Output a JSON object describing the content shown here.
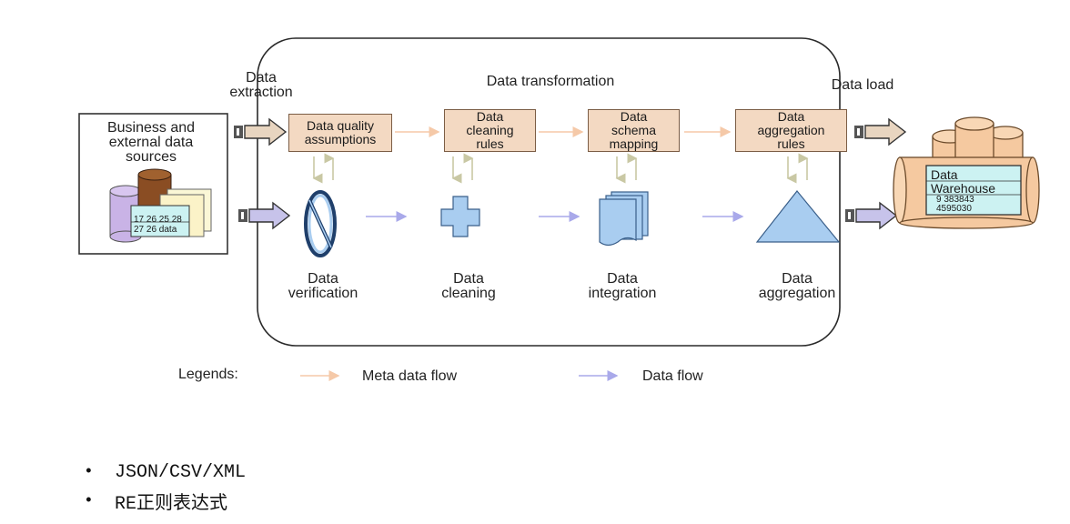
{
  "stages": {
    "extraction": "Data\nextraction",
    "transformation": "Data transformation",
    "load": "Data load"
  },
  "source": {
    "title": "Business and\nexternal data\nsources",
    "sheet_text": "17 26 25 28\n27 26 data"
  },
  "meta_boxes": [
    {
      "label": "Data quality\nassumptions"
    },
    {
      "label": "Data\ncleaning\nrules"
    },
    {
      "label": "Data\nschema\nmapping"
    },
    {
      "label": "Data\naggregation\nrules"
    }
  ],
  "steps": [
    {
      "label": "Data\nverification",
      "icon": "no-symbol-icon"
    },
    {
      "label": "Data\ncleaning",
      "icon": "plus-cross-icon"
    },
    {
      "label": "Data\nintegration",
      "icon": "document-stack-icon"
    },
    {
      "label": "Data\naggregation",
      "icon": "triangle-icon"
    }
  ],
  "warehouse": {
    "title": "Data",
    "subtitle": "Warehouse",
    "line1": "9 383843",
    "line2": "4595030"
  },
  "legend": {
    "title": "Legends:",
    "meta_flow": "Meta data flow",
    "data_flow": "Data flow"
  },
  "bullets": [
    "JSON/CSV/XML",
    "RE正则表达式"
  ],
  "colors": {
    "meta_arrow": "#f5c9a8",
    "data_arrow": "#a9a9ea",
    "box_fill": "#f3d9c2",
    "icon_blue": "#a9cdf0",
    "warehouse_fill": "#f5c9a0",
    "warehouse_panel": "#ccf2f2"
  }
}
